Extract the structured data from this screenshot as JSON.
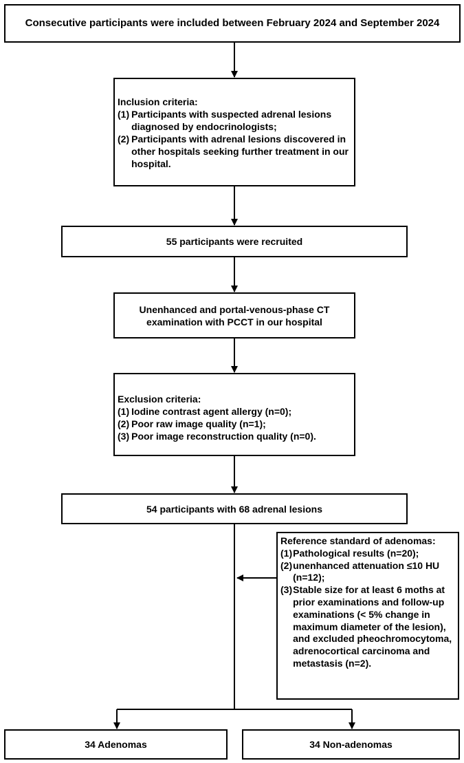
{
  "top": "Consecutive participants were included between February 2024 and September 2024",
  "inclusion": {
    "title": "Inclusion criteria:",
    "items": [
      {
        "num": "(1)",
        "text": "Participants with suspected adrenal lesions diagnosed by endocrinologists;"
      },
      {
        "num": "(2)",
        "text": "Participants with adrenal lesions discovered in other hospitals seeking further treatment in our hospital."
      }
    ]
  },
  "recruited": "55 participants were recruited",
  "ct": "Unenhanced and portal-venous-phase CT examination with PCCT in our hospital",
  "exclusion": {
    "title": "Exclusion criteria:",
    "items": [
      {
        "num": "(1)",
        "text": "Iodine contrast agent allergy (n=0);"
      },
      {
        "num": "(2)",
        "text": "Poor raw image quality (n=1);"
      },
      {
        "num": "(3)",
        "text": "Poor image reconstruction quality (n=0)."
      }
    ]
  },
  "lesions": "54 participants with 68 adrenal lesions",
  "reference": {
    "title": "Reference standard of adenomas:",
    "items": [
      {
        "num": "(1)",
        "text": "Pathological results (n=20);"
      },
      {
        "num": "(2)",
        "text": "unenhanced attenuation ≤10 HU (n=12);"
      },
      {
        "num": "(3)",
        "text": "Stable size for at least 6 moths at prior examinations and follow-up examinations (< 5% change in maximum diameter of the lesion), and excluded pheochromocytoma, adrenocortical carcinoma and metastasis (n=2)."
      }
    ]
  },
  "adenomas": "34 Adenomas",
  "non_adenomas": "34 Non-adenomas"
}
